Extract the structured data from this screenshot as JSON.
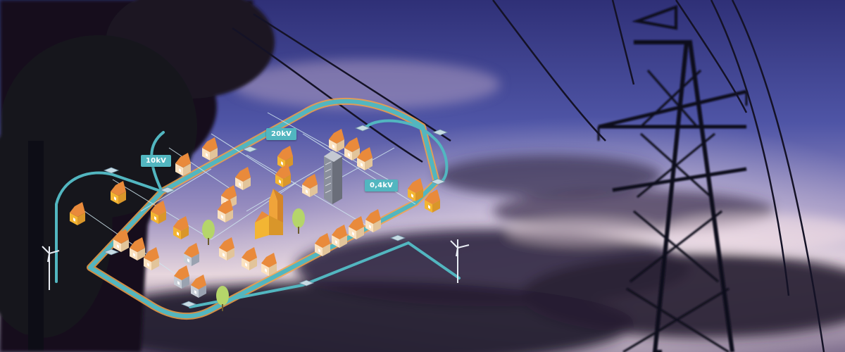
{
  "labels": {
    "v10": "10kV",
    "v20": "20kV",
    "v04": "0,4kV"
  },
  "colors": {
    "sky_top": "#3a3d8c",
    "sky_mid": "#6f6fb6",
    "sky_glow": "#f3e2e4",
    "cloud_dark": "#2c2338",
    "tree_silhouette": "#141119",
    "pylon": "#0d0c18",
    "grid_cable": "#52b6c0",
    "grid_cable_glow": "#f1a24a",
    "house_wall": "#f3b533",
    "house_roof": "#e98a3b",
    "house_grey": "#c8cdd6",
    "tower": "#8a8f9c",
    "tree_green": "#b5d56a"
  },
  "icons": [
    "wind-turbine-icon",
    "house-icon",
    "church-icon",
    "office-tower-icon",
    "car-icon",
    "tree-icon",
    "substation-icon"
  ]
}
